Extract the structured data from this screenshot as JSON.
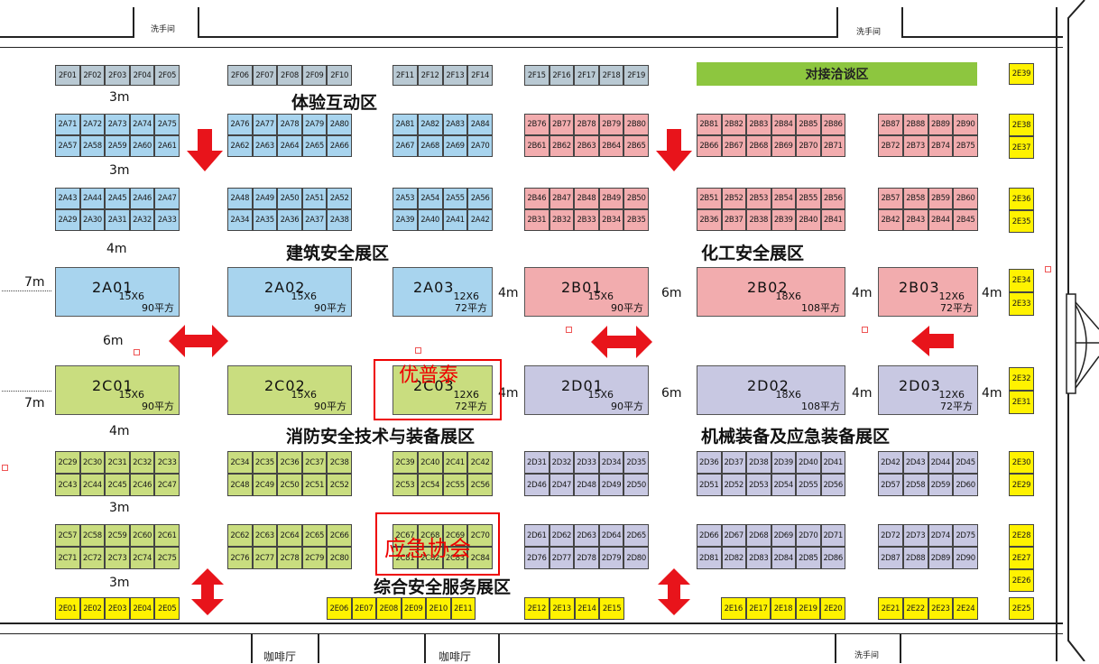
{
  "rooms": {
    "top_left": "洗手间",
    "top_right": "洗手间",
    "bottom_1": "咖啡厅",
    "bottom_2": "咖啡厅",
    "bottom_right": "洗手间"
  },
  "zones": {
    "experience": "体验互动区",
    "construction": "建筑安全展区",
    "chemical": "化工安全展区",
    "fire": "消防安全技术与装备展区",
    "machinery": "机械装备及应急装备展区",
    "services": "综合安全服务展区"
  },
  "negotiation": "对接洽谈区",
  "measures": {
    "m3a": "3m",
    "m3b": "3m",
    "m4a": "4m",
    "m7a": "7m",
    "m6": "6m",
    "m7b": "7m",
    "m4b": "4m",
    "m3c": "3m",
    "m3d": "3m",
    "a03": "4m",
    "b01": "6m",
    "b02": "4m",
    "b03": "4m",
    "c03": "4m",
    "d01": "6m",
    "d02": "4m",
    "d03": "4m"
  },
  "booths": {
    "top1": [
      "2F01",
      "2F02",
      "2F03",
      "2F04",
      "2F05"
    ],
    "top2": [
      "2F06",
      "2F07",
      "2F08",
      "2F09",
      "2F10"
    ],
    "top3": [
      "2F11",
      "2F12",
      "2F13",
      "2F14"
    ],
    "top4": [
      "2F15",
      "2F16",
      "2F17",
      "2F18",
      "2F19"
    ],
    "e_top": [
      "2E39"
    ],
    "a_r1_1": [
      "2A71",
      "2A72",
      "2A73",
      "2A74",
      "2A75"
    ],
    "a_r2_1": [
      "2A57",
      "2A58",
      "2A59",
      "2A60",
      "2A61"
    ],
    "a_r1_2": [
      "2A76",
      "2A77",
      "2A78",
      "2A79",
      "2A80"
    ],
    "a_r2_2": [
      "2A62",
      "2A63",
      "2A64",
      "2A65",
      "2A66"
    ],
    "a_r1_3": [
      "2A81",
      "2A82",
      "2A83",
      "2A84"
    ],
    "a_r2_3": [
      "2A67",
      "2A68",
      "2A69",
      "2A70"
    ],
    "b_r1_1": [
      "2B76",
      "2B77",
      "2B78",
      "2B79",
      "2B80"
    ],
    "b_r2_1": [
      "2B61",
      "2B62",
      "2B63",
      "2B64",
      "2B65"
    ],
    "b_r1_2": [
      "2B81",
      "2B82",
      "2B83",
      "2B84",
      "2B85",
      "2B86"
    ],
    "b_r2_2": [
      "2B66",
      "2B67",
      "2B68",
      "2B69",
      "2B70",
      "2B71"
    ],
    "b_r1_3": [
      "2B87",
      "2B88",
      "2B89",
      "2B90"
    ],
    "b_r2_3": [
      "2B72",
      "2B73",
      "2B74",
      "2B75"
    ],
    "e_a1": [
      "2E38",
      "2E37"
    ],
    "a_r3_1": [
      "2A43",
      "2A44",
      "2A45",
      "2A46",
      "2A47"
    ],
    "a_r4_1": [
      "2A29",
      "2A30",
      "2A31",
      "2A32",
      "2A33"
    ],
    "a_r3_2": [
      "2A48",
      "2A49",
      "2A50",
      "2A51",
      "2A52"
    ],
    "a_r4_2": [
      "2A34",
      "2A35",
      "2A36",
      "2A37",
      "2A38"
    ],
    "a_r3_3": [
      "2A53",
      "2A54",
      "2A55",
      "2A56"
    ],
    "a_r4_3": [
      "2A39",
      "2A40",
      "2A41",
      "2A42"
    ],
    "b_r3_1": [
      "2B46",
      "2B47",
      "2B48",
      "2B49",
      "2B50"
    ],
    "b_r4_1": [
      "2B31",
      "2B32",
      "2B33",
      "2B34",
      "2B35"
    ],
    "b_r3_2": [
      "2B51",
      "2B52",
      "2B53",
      "2B54",
      "2B55",
      "2B56"
    ],
    "b_r4_2": [
      "2B36",
      "2B37",
      "2B38",
      "2B39",
      "2B40",
      "2B41"
    ],
    "b_r3_3": [
      "2B57",
      "2B58",
      "2B59",
      "2B60"
    ],
    "b_r4_3": [
      "2B42",
      "2B43",
      "2B44",
      "2B45"
    ],
    "e_a2": [
      "2E36",
      "2E35"
    ],
    "e_big1": [
      "2E34",
      "2E33"
    ],
    "e_big2": [
      "2E32",
      "2E31"
    ],
    "c_r1_1": [
      "2C29",
      "2C30",
      "2C31",
      "2C32",
      "2C33"
    ],
    "c_r2_1": [
      "2C43",
      "2C44",
      "2C45",
      "2C46",
      "2C47"
    ],
    "c_r1_2": [
      "2C34",
      "2C35",
      "2C36",
      "2C37",
      "2C38"
    ],
    "c_r2_2": [
      "2C48",
      "2C49",
      "2C50",
      "2C51",
      "2C52"
    ],
    "c_r1_3": [
      "2C39",
      "2C40",
      "2C41",
      "2C42"
    ],
    "c_r2_3": [
      "2C53",
      "2C54",
      "2C55",
      "2C56"
    ],
    "d_r1_1": [
      "2D31",
      "2D32",
      "2D33",
      "2D34",
      "2D35"
    ],
    "d_r2_1": [
      "2D46",
      "2D47",
      "2D48",
      "2D49",
      "2D50"
    ],
    "d_r1_2": [
      "2D36",
      "2D37",
      "2D38",
      "2D39",
      "2D40",
      "2D41"
    ],
    "d_r2_2": [
      "2D51",
      "2D52",
      "2D53",
      "2D54",
      "2D55",
      "2D56"
    ],
    "d_r1_3": [
      "2D42",
      "2D43",
      "2D44",
      "2D45"
    ],
    "d_r2_3": [
      "2D57",
      "2D58",
      "2D59",
      "2D60"
    ],
    "e_c1": [
      "2E30",
      "2E29"
    ],
    "c_r3_1": [
      "2C57",
      "2C58",
      "2C59",
      "2C60",
      "2C61"
    ],
    "c_r4_1": [
      "2C71",
      "2C72",
      "2C73",
      "2C74",
      "2C75"
    ],
    "c_r3_2": [
      "2C62",
      "2C63",
      "2C64",
      "2C65",
      "2C66"
    ],
    "c_r4_2": [
      "2C76",
      "2C77",
      "2C78",
      "2C79",
      "2C80"
    ],
    "c_r3_3": [
      "2C67",
      "2C68",
      "2C69",
      "2C70"
    ],
    "c_r4_3": [
      "2C81",
      "2C82",
      "2C83",
      "2C84"
    ],
    "d_r3_1": [
      "2D61",
      "2D62",
      "2D63",
      "2D64",
      "2D65"
    ],
    "d_r4_1": [
      "2D76",
      "2D77",
      "2D78",
      "2D79",
      "2D80"
    ],
    "d_r3_2": [
      "2D66",
      "2D67",
      "2D68",
      "2D69",
      "2D70",
      "2D71"
    ],
    "d_r4_2": [
      "2D81",
      "2D82",
      "2D83",
      "2D84",
      "2D85",
      "2D86"
    ],
    "d_r3_3": [
      "2D72",
      "2D73",
      "2D74",
      "2D75"
    ],
    "d_r4_3": [
      "2D87",
      "2D88",
      "2D89",
      "2D90"
    ],
    "e_c2": [
      "2E28",
      "2E27",
      "2E26"
    ],
    "e_bot1": [
      "2E01",
      "2E02",
      "2E03",
      "2E04",
      "2E05"
    ],
    "e_bot2": [
      "2E06",
      "2E07",
      "2E08",
      "2E09",
      "2E10",
      "2E11"
    ],
    "e_bot3": [
      "2E12",
      "2E13",
      "2E14",
      "2E15"
    ],
    "e_bot4": [
      "2E16",
      "2E17",
      "2E18",
      "2E19",
      "2E20"
    ],
    "e_bot5": [
      "2E21",
      "2E22",
      "2E23",
      "2E24"
    ],
    "e_bot6": [
      "2E25"
    ]
  },
  "big_booths": {
    "a01": {
      "code": "2A01",
      "dim": "15X6",
      "area": "90平方"
    },
    "a02": {
      "code": "2A02",
      "dim": "15X6",
      "area": "90平方"
    },
    "a03": {
      "code": "2A03",
      "dim": "12X6",
      "area": "72平方"
    },
    "b01": {
      "code": "2B01",
      "dim": "15X6",
      "area": "90平方"
    },
    "b02": {
      "code": "2B02",
      "dim": "18X6",
      "area": "108平方"
    },
    "b03": {
      "code": "2B03",
      "dim": "12X6",
      "area": "72平方"
    },
    "c01": {
      "code": "2C01",
      "dim": "15X6",
      "area": "90平方"
    },
    "c02": {
      "code": "2C02",
      "dim": "15X6",
      "area": "90平方"
    },
    "c03": {
      "code": "2C03",
      "dim": "12X6",
      "area": "72平方"
    },
    "d01": {
      "code": "2D01",
      "dim": "15X6",
      "area": "90平方"
    },
    "d02": {
      "code": "2D02",
      "dim": "18X6",
      "area": "108平方"
    },
    "d03": {
      "code": "2D03",
      "dim": "12X6",
      "area": "72平方"
    }
  },
  "annotations": {
    "upu": "优普泰",
    "assoc": "应急协会"
  },
  "colors": {
    "gray": "#b9c9d3",
    "blue": "#a8d4ee",
    "pink": "#f2acae",
    "green": "#c9dd7f",
    "purple": "#c8c8e2",
    "yellow": "#fff200",
    "negotiation": "#8dc63f",
    "arrow": "#e8141b",
    "annotation": "#e00000"
  }
}
